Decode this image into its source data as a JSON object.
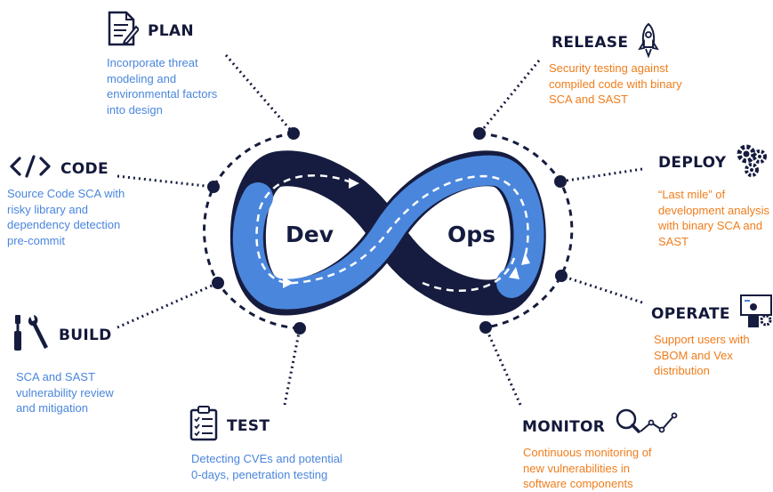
{
  "colors": {
    "navy": "#161c3f",
    "blue": "#4a86dc",
    "orange": "#f07d1c"
  },
  "center": {
    "left_label": "Dev",
    "right_label": "Ops"
  },
  "stages": {
    "plan": {
      "title": "PLAN",
      "icon": "document-edit-icon",
      "description": [
        "Incorporate threat",
        "modeling and",
        "environmental factors",
        "into design"
      ]
    },
    "code": {
      "title": "CODE",
      "icon": "code-brackets-icon",
      "description": [
        "Source Code SCA with",
        "risky library and",
        "dependency detection",
        "pre-commit"
      ]
    },
    "build": {
      "title": "BUILD",
      "icon": "tools-icon",
      "description": [
        "SCA and SAST",
        "vulnerability review",
        "and mitigation"
      ]
    },
    "test": {
      "title": "TEST",
      "icon": "checklist-icon",
      "description": [
        "Detecting CVEs and potential",
        "0-days, penetration testing"
      ]
    },
    "release": {
      "title": "RELEASE",
      "icon": "rocket-icon",
      "description": [
        "Security testing against",
        "compiled code with binary",
        "SCA and SAST"
      ]
    },
    "deploy": {
      "title": "DEPLOY",
      "icon": "gears-icon",
      "description": [
        "“Last mile” of",
        "development analysis",
        "with binary SCA and",
        "SAST"
      ]
    },
    "operate": {
      "title": "OPERATE",
      "icon": "operator-screen-icon",
      "description": [
        "Support users with",
        "SBOM and Vex",
        "distribution"
      ]
    },
    "monitor": {
      "title": "MONITOR",
      "icon": "magnifier-graph-icon",
      "description": [
        "Continuous monitoring of",
        "new vulnerabilities in",
        "software components"
      ]
    }
  }
}
